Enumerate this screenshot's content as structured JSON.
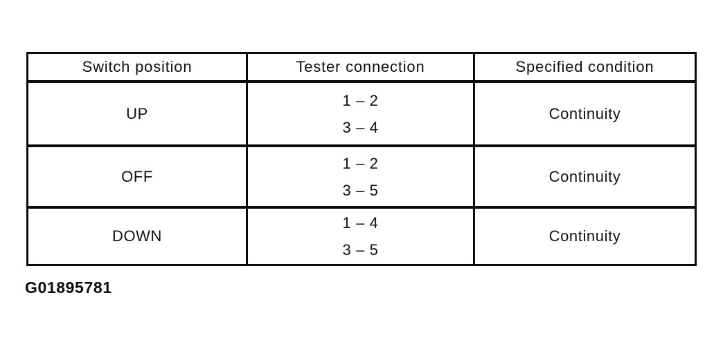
{
  "table": {
    "headers": {
      "switch_position": "Switch position",
      "tester_connection": "Tester connection",
      "specified_condition": "Specified condition"
    },
    "rows": [
      {
        "switch_position": "UP",
        "tester_connection": [
          "1 – 2",
          "3 – 4"
        ],
        "specified_condition": "Continuity"
      },
      {
        "switch_position": "OFF",
        "tester_connection": [
          "1 – 2",
          "3 – 5"
        ],
        "specified_condition": "Continuity"
      },
      {
        "switch_position": "DOWN",
        "tester_connection": [
          "1 – 4",
          "3 – 5"
        ],
        "specified_condition": "Continuity"
      }
    ]
  },
  "figure": {
    "code": "G01895781"
  },
  "colors": {
    "text": "#101010",
    "border": "#0a0a0a",
    "background": "#ffffff"
  }
}
